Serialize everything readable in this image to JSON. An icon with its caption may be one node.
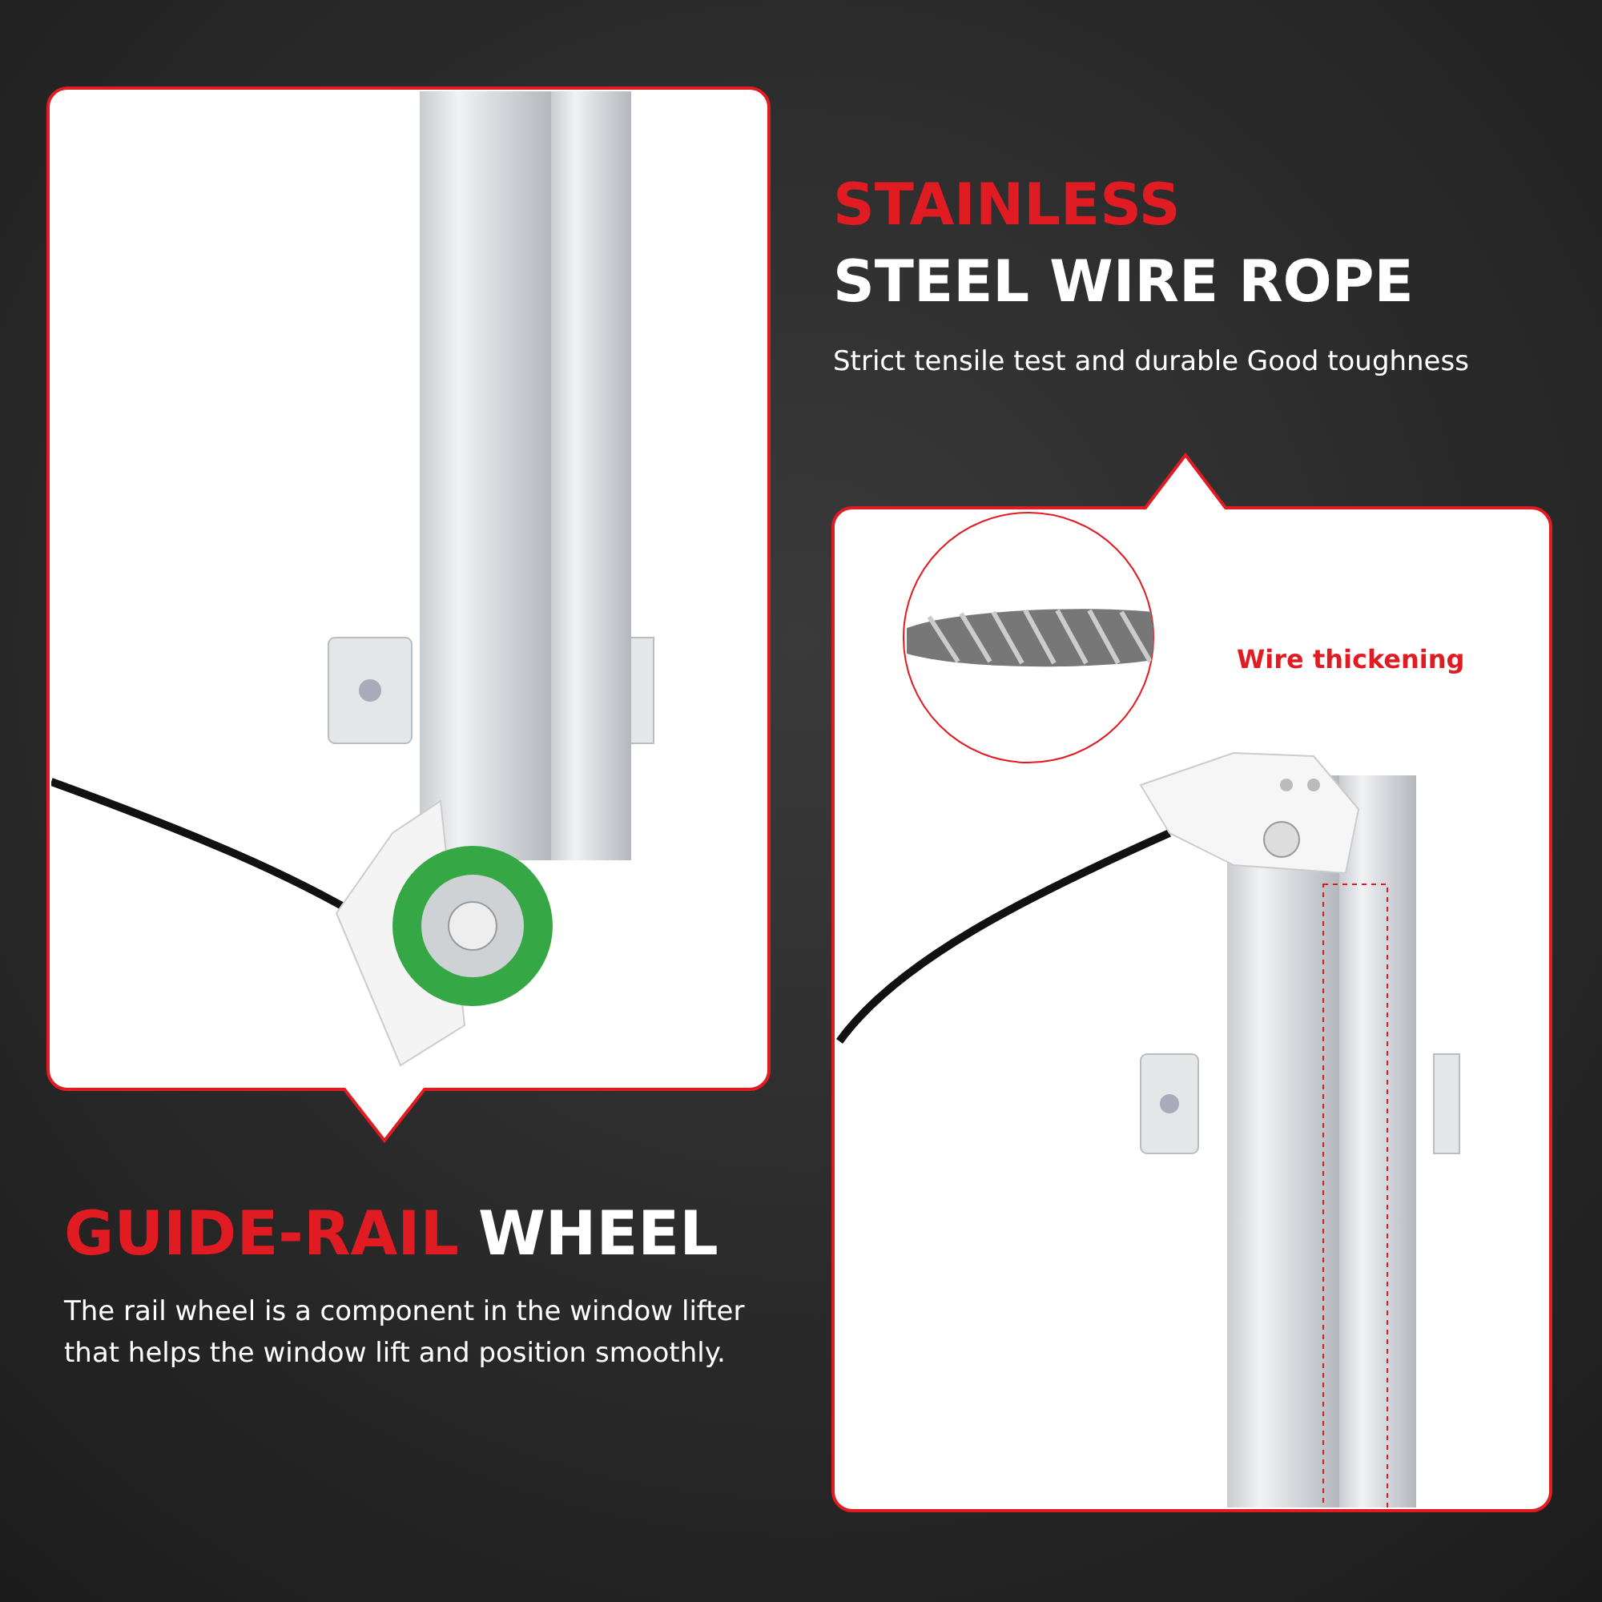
{
  "diagram": {
    "labels": [
      "STAINLESS",
      "STEEL WIRE ROPE",
      "Strict tensile test and durable Good toughness",
      "Wire thickening",
      "GUIDE-RAIL",
      "WHEEL",
      "The rail wheel is a component in the window lifter that helps the window lift and position smoothly."
    ]
  }
}
